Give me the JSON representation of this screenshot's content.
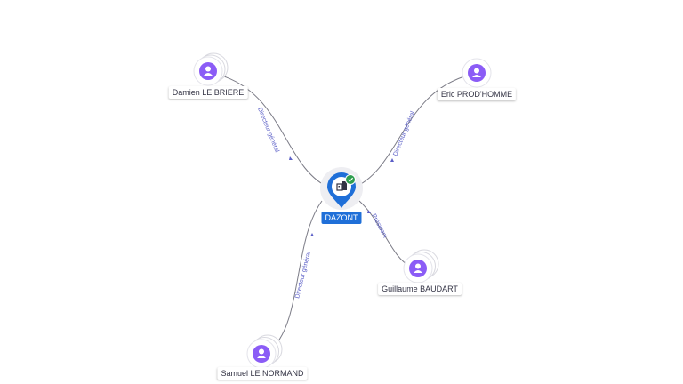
{
  "colors": {
    "person_avatar": "#8b5cf6",
    "company_pin": "#1f6fd8",
    "verified_badge": "#2e9e4f",
    "edge_line": "#7b7b86",
    "edge_label": "#5b5fc7"
  },
  "company": {
    "name": "DAZONT",
    "icon": "building-icon",
    "verified": true
  },
  "persons": [
    {
      "id": "damien",
      "name": "Damien LE BRIERE",
      "role": "Directeur général",
      "icon": "person-icon"
    },
    {
      "id": "eric",
      "name": "Eric PROD'HOMME",
      "role": "Directeur général",
      "icon": "person-icon"
    },
    {
      "id": "guillaume",
      "name": "Guillaume BAUDART",
      "role": "Président",
      "icon": "person-icon"
    },
    {
      "id": "samuel",
      "name": "Samuel LE NORMAND",
      "role": "Directeur général",
      "icon": "person-icon"
    }
  ]
}
